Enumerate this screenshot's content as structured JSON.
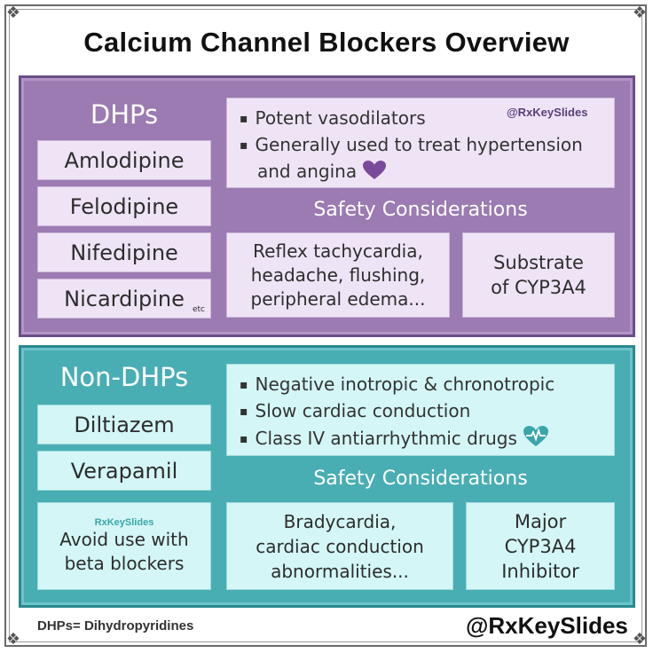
{
  "title": "Calcium Channel Blockers Overview",
  "colors": {
    "dhp_panel": "#9b7bb1",
    "dhp_box": "#efe4f6",
    "non_dhp_panel": "#49aeb3",
    "non_dhp_box": "#d4f6f6",
    "heart_purple": "#7a4a9a",
    "heart_teal": "#3aa5aa"
  },
  "dhp": {
    "heading": "DHPs",
    "drugs": [
      "Amlodipine",
      "Felodipine",
      "Nifedipine",
      "Nicardipine"
    ],
    "etc": "etc",
    "bullets": [
      "Potent vasodilators",
      "Generally used to treat hypertension",
      "and angina"
    ],
    "watermark": "@RxKeySlides",
    "safety_heading": "Safety Considerations",
    "safety_left": "Reflex tachycardia, headache, flushing, peripheral edema...",
    "safety_right": "Substrate of CYP3A4",
    "icon": "heart-icon"
  },
  "non_dhp": {
    "heading": "Non-DHPs",
    "drugs": [
      "Diltiazem",
      "Verapamil"
    ],
    "watermark": "RxKeySlides",
    "avoid": "Avoid use with beta blockers",
    "bullets": [
      "Negative inotropic & chronotropic",
      "Slow cardiac conduction",
      "Class IV antiarrhythmic drugs"
    ],
    "safety_heading": "Safety Considerations",
    "safety_left": "Bradycardia, cardiac conduction abnormalities...",
    "safety_right": "Major CYP3A4 Inhibitor",
    "icon": "heartbeat-heart-icon"
  },
  "footer": {
    "definition": "DHPs= Dihydropyridines",
    "handle": "@RxKeySlides"
  }
}
